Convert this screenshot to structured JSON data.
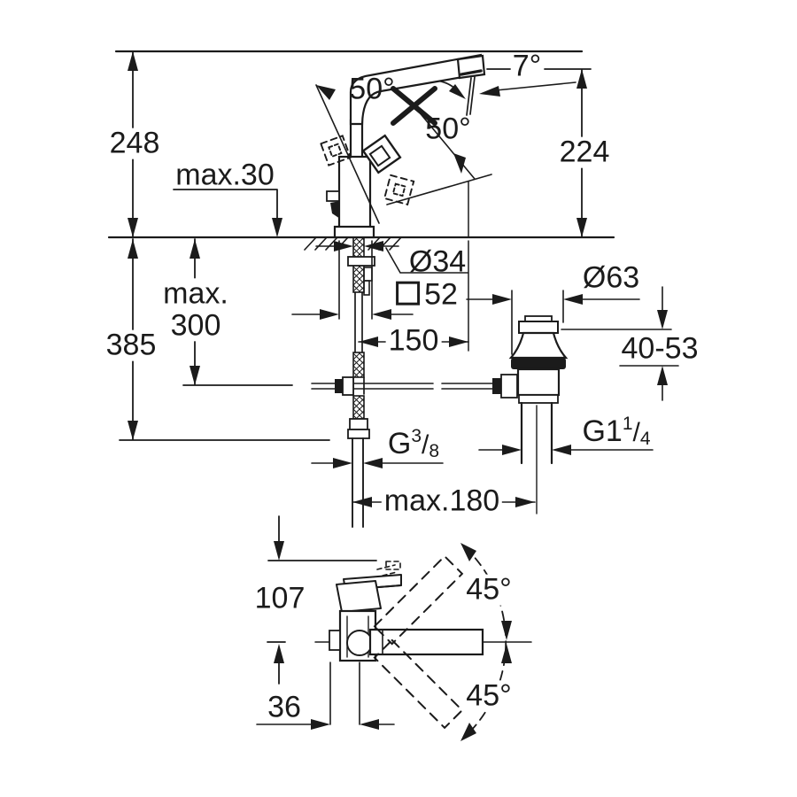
{
  "drawing": {
    "kind": "technical dimension drawing",
    "subject": "single-lever basin mixer with pop-up waste, side view and top view",
    "colors": {
      "line": "#1b1b1b",
      "background": "#ffffff"
    }
  },
  "labels": {
    "overall_height": "248",
    "deck_thickness": "max.30",
    "handle_angle_upper": "50°",
    "handle_angle_lower": "50°",
    "spray_angle": "7°",
    "spout_height": "224",
    "hole_diameter": "Ø34",
    "body_square_size": "52",
    "spout_projection": "150",
    "waste_flange_diameter": "Ø63",
    "below_deck_line1": "max.",
    "below_deck_line2": "300",
    "total_height_below": "385",
    "basin_thickness_range": "40-53",
    "supply_thread": {
      "base": "G",
      "sup": "3",
      "slash": "/",
      "sub": "8"
    },
    "waste_thread": {
      "base": "G1",
      "sup": "1",
      "slash": "/",
      "sub": "4"
    },
    "rod_distance": "max.180",
    "lever_depth": "107",
    "swivel_angle_up": "45°",
    "swivel_angle_down": "45°",
    "spout_axis_offset": "36"
  }
}
